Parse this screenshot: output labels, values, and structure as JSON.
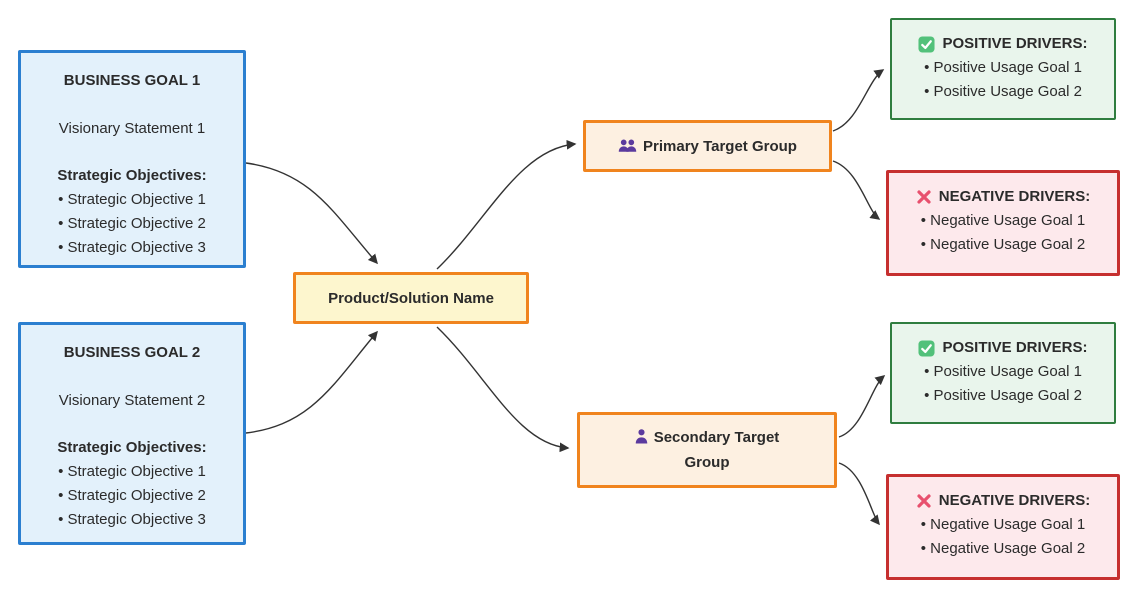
{
  "business_goals": [
    {
      "title": "BUSINESS GOAL 1",
      "vision": "Visionary Statement 1",
      "objectives_heading": "Strategic Objectives:",
      "objectives": [
        "Strategic Objective 1",
        "Strategic Objective 2",
        "Strategic Objective 3"
      ]
    },
    {
      "title": "BUSINESS GOAL 2",
      "vision": "Visionary Statement 2",
      "objectives_heading": "Strategic Objectives:",
      "objectives": [
        "Strategic Objective 1",
        "Strategic Objective 2",
        "Strategic Objective 3"
      ]
    }
  ],
  "product": {
    "label": "Product/Solution Name"
  },
  "target_groups": [
    {
      "label": "Primary Target Group",
      "icon": "users-icon"
    },
    {
      "label": "Secondary Target Group",
      "icon": "user-icon"
    }
  ],
  "driver_boxes": [
    {
      "kind": "positive",
      "icon": "check-icon",
      "title": "POSITIVE DRIVERS:",
      "items": [
        "Positive Usage Goal 1",
        "Positive Usage Goal 2"
      ]
    },
    {
      "kind": "negative",
      "icon": "cross-icon",
      "title": "NEGATIVE DRIVERS:",
      "items": [
        "Negative Usage Goal 1",
        "Negative Usage Goal 2"
      ]
    },
    {
      "kind": "positive",
      "icon": "check-icon",
      "title": "POSITIVE DRIVERS:",
      "items": [
        "Positive Usage Goal 1",
        "Positive Usage Goal 2"
      ]
    },
    {
      "kind": "negative",
      "icon": "cross-icon",
      "title": "NEGATIVE DRIVERS:",
      "items": [
        "Negative Usage Goal 1",
        "Negative Usage Goal 2"
      ]
    }
  ],
  "colors": {
    "goal_fill": "#e3f1fb",
    "goal_border": "#2b7fd0",
    "product_fill": "#fdf6ce",
    "product_border": "#f0841e",
    "group_fill": "#fdf0e1",
    "group_border": "#f0841e",
    "positive_fill": "#e9f5ec",
    "positive_border": "#2f7d3f",
    "negative_fill": "#fde9ec",
    "negative_border": "#c62f2f",
    "arrow": "#333333",
    "check_green": "#52c17a",
    "cross_pink": "#e8506e",
    "person_purple": "#5b3a9e",
    "text": "#2b2b2b"
  }
}
